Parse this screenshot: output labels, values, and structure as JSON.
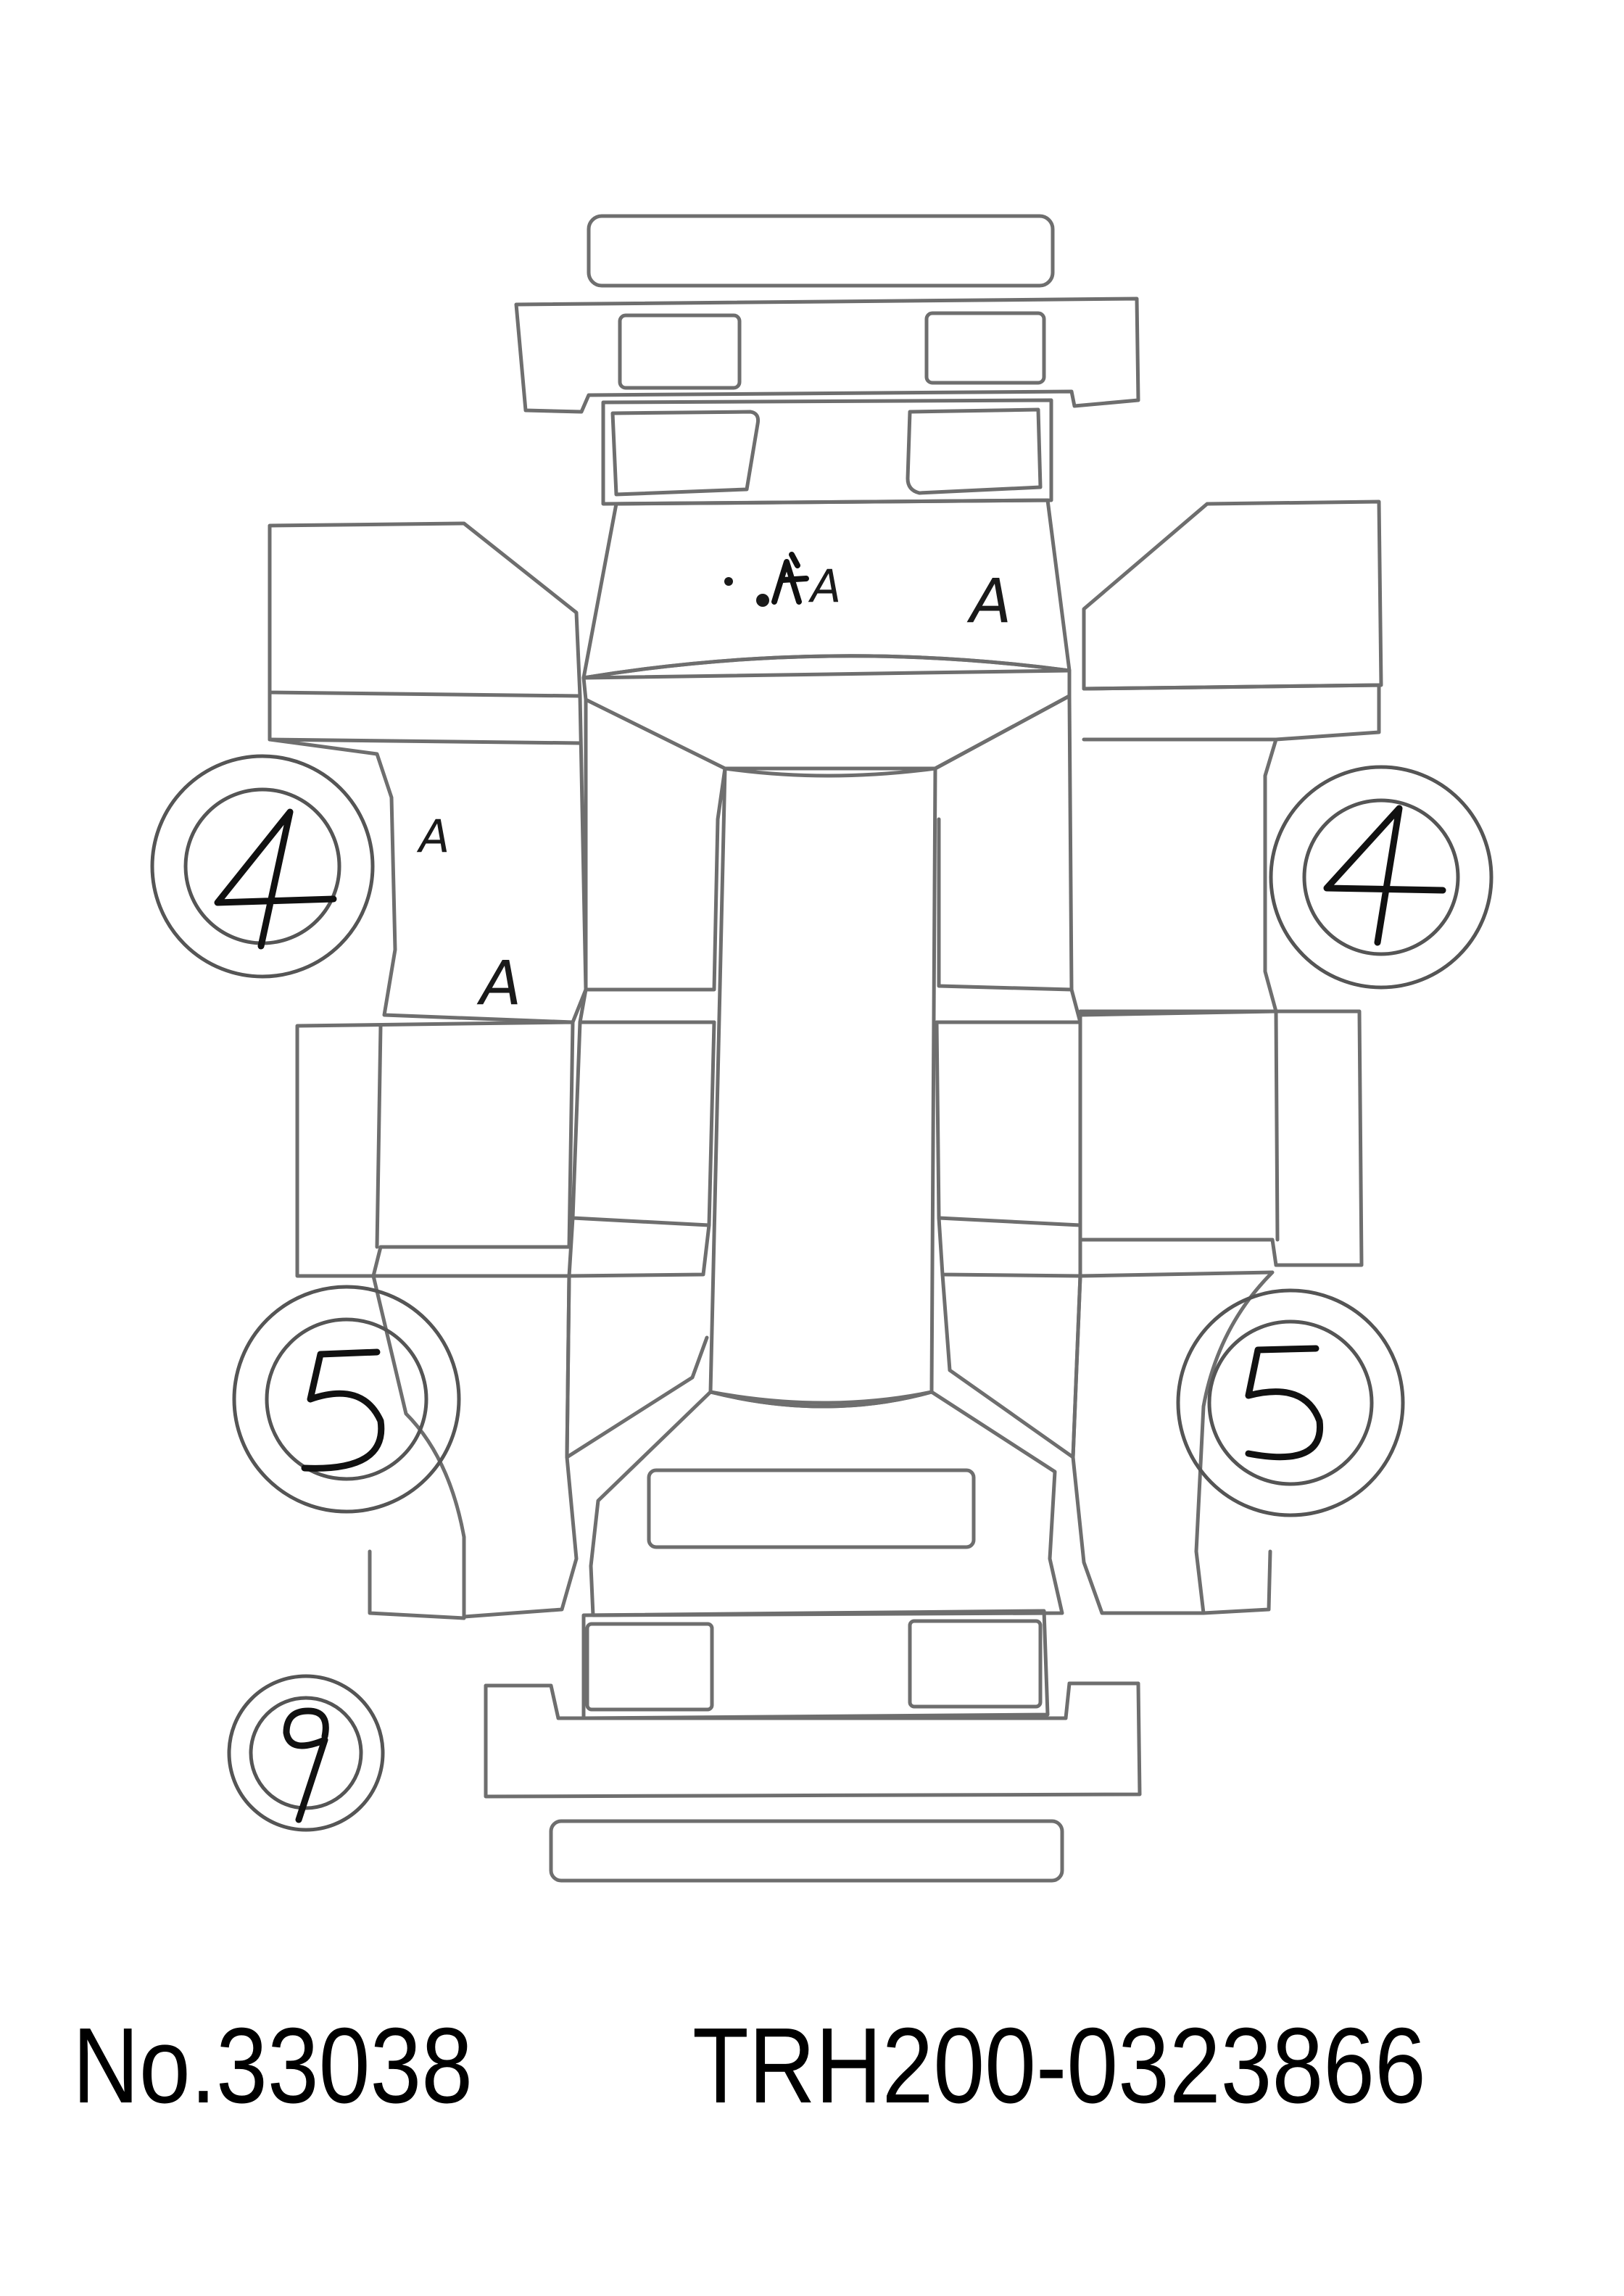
{
  "diagram": {
    "title": "",
    "grade_markers": [
      {
        "id": "left-front-tire",
        "label": "4"
      },
      {
        "id": "right-front-tire",
        "label": "4"
      },
      {
        "id": "left-rear-tire",
        "label": "5"
      },
      {
        "id": "right-rear-tire",
        "label": "5"
      },
      {
        "id": "spare-tire",
        "label": "9"
      }
    ],
    "damage_marks": [
      {
        "id": "hood-center",
        "label": "A"
      },
      {
        "id": "hood-right",
        "label": "A"
      },
      {
        "id": "left-fender-upper",
        "label": "A"
      },
      {
        "id": "left-fender-lower",
        "label": "A"
      }
    ]
  },
  "footer": {
    "stock_number": "No.33038",
    "chassis_number": "TRH200-0323866"
  }
}
